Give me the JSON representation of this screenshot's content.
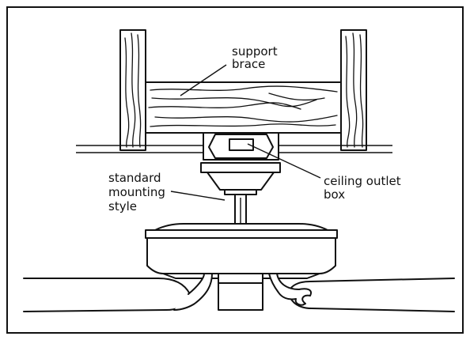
{
  "labels": {
    "support_brace": [
      "support",
      "brace"
    ],
    "ceiling_outlet_box": [
      "ceiling outlet",
      "box"
    ],
    "standard_mounting_style": [
      "standard",
      "mounting",
      "style"
    ]
  },
  "colors": {
    "ink": "#111111",
    "background": "#ffffff"
  }
}
